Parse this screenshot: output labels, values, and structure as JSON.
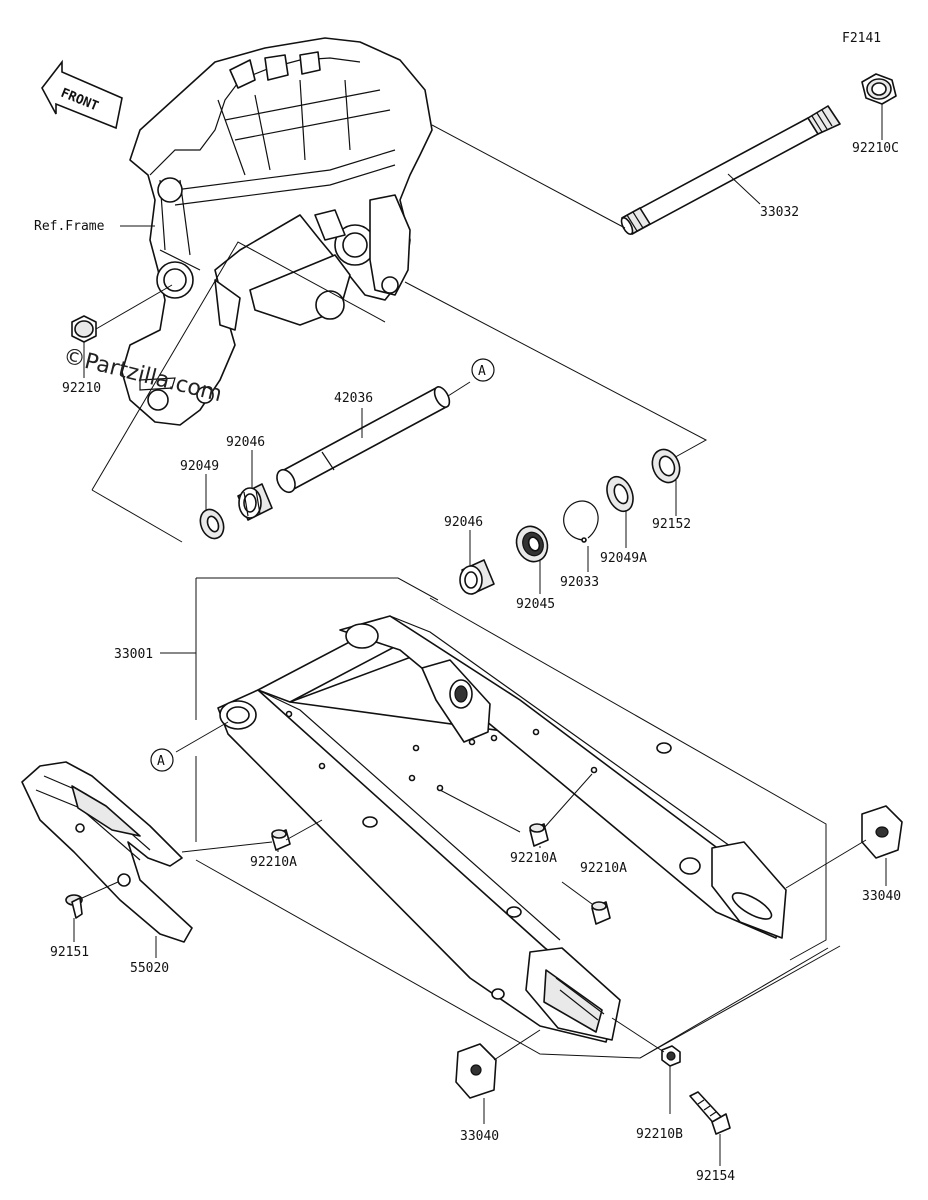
{
  "figure_code": "F2141",
  "front_label": "FRONT",
  "watermark": "©Partzilla.com",
  "ref_frame_label": "Ref.Frame",
  "callout_letter": "A",
  "parts": {
    "p33032": "33032",
    "p92210C": "92210C",
    "p92210": "92210",
    "p42036": "42036",
    "p92046_upper": "92046",
    "p92049": "92049",
    "p92152": "92152",
    "p92049A": "92049A",
    "p92033": "92033",
    "p92046_lower": "92046",
    "p92045": "92045",
    "p33001": "33001",
    "p92210A_left": "92210A",
    "p92210A_mid": "92210A",
    "p92210A_right": "92210A",
    "p92151": "92151",
    "p55020": "55020",
    "p33040_right": "33040",
    "p33040_bottom": "33040",
    "p92210B": "92210B",
    "p92154": "92154"
  }
}
